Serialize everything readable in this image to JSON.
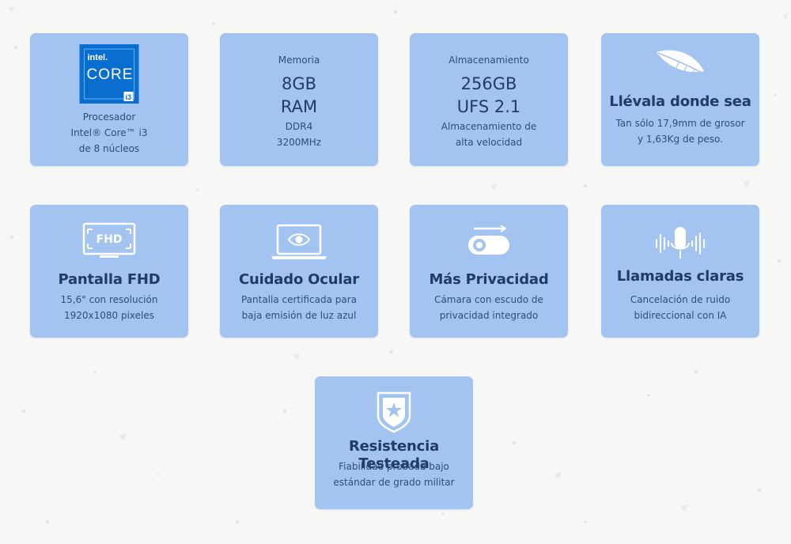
{
  "colors": {
    "card_bg": "#a3c3f0",
    "text_dark": "#1f3b66",
    "text_body": "#2e4d7a",
    "intel_blue": "#0a6ed1"
  },
  "cards": {
    "processor": {
      "icon": "intel-core-i3-badge",
      "badge_brand": "intel.",
      "badge_product": "CORE",
      "badge_tier": "i3",
      "lines": [
        "Procesador",
        "Intel® Core™ i3",
        "de 8 núcleos"
      ]
    },
    "memory": {
      "label": "Memoria",
      "big1": "8GB",
      "big2": "RAM",
      "lines": [
        "DDR4",
        "3200MHz"
      ]
    },
    "storage": {
      "label": "Almacenamiento",
      "big1": "256GB",
      "big2": "UFS 2.1",
      "lines": [
        "Almacenamiento de",
        "alta velocidad"
      ]
    },
    "portability": {
      "icon": "feather-icon",
      "title": "Llévala donde sea",
      "lines": [
        "Tan sólo 17,9mm de grosor",
        "y 1,63Kg de peso."
      ]
    },
    "display": {
      "icon": "fhd-monitor-icon",
      "icon_text": "FHD",
      "title": "Pantalla FHD",
      "lines": [
        "15,6\" con resolución",
        "1920x1080 pixeles"
      ]
    },
    "eyecare": {
      "icon": "eye-laptop-icon",
      "title": "Cuidado Ocular",
      "lines": [
        "Pantalla certificada para",
        "baja emisión de luz azul"
      ]
    },
    "privacy": {
      "icon": "camera-shutter-toggle-icon",
      "title": "Más Privacidad",
      "lines": [
        "Cámara con escudo de",
        "privacidad integrado"
      ]
    },
    "calls": {
      "icon": "microphone-soundwave-icon",
      "title": "Llamadas claras",
      "lines": [
        "Cancelación de ruido",
        "bidireccional con IA"
      ]
    },
    "durability": {
      "icon": "star-shield-icon",
      "title": "Resistencia Testeada",
      "lines": [
        "Fiabilidad probada bajo",
        "estándar de grado militar"
      ]
    }
  }
}
